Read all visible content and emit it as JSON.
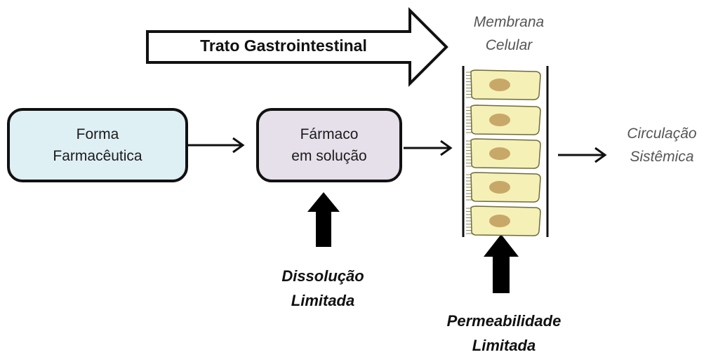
{
  "banner": {
    "label": "Trato Gastrointestinal"
  },
  "forma_box": {
    "line1": "Forma",
    "line2": "Farmacêutica",
    "fill": "#dff0f5"
  },
  "farmaco_box": {
    "line1": "Fármaco",
    "line2": "em solução",
    "fill": "#e6e0eb"
  },
  "membrane": {
    "line1": "Membrana",
    "line2": "Celular",
    "cell_fill": "#f5f0b6",
    "nucleus_fill": "#c8a868"
  },
  "circulation": {
    "line1": "Circulação",
    "line2": "Sistêmica"
  },
  "dissolution": {
    "line1": "Dissolução",
    "line2": "Limitada"
  },
  "permeability": {
    "line1": "Permeabilidade",
    "line2": "Limitada"
  }
}
